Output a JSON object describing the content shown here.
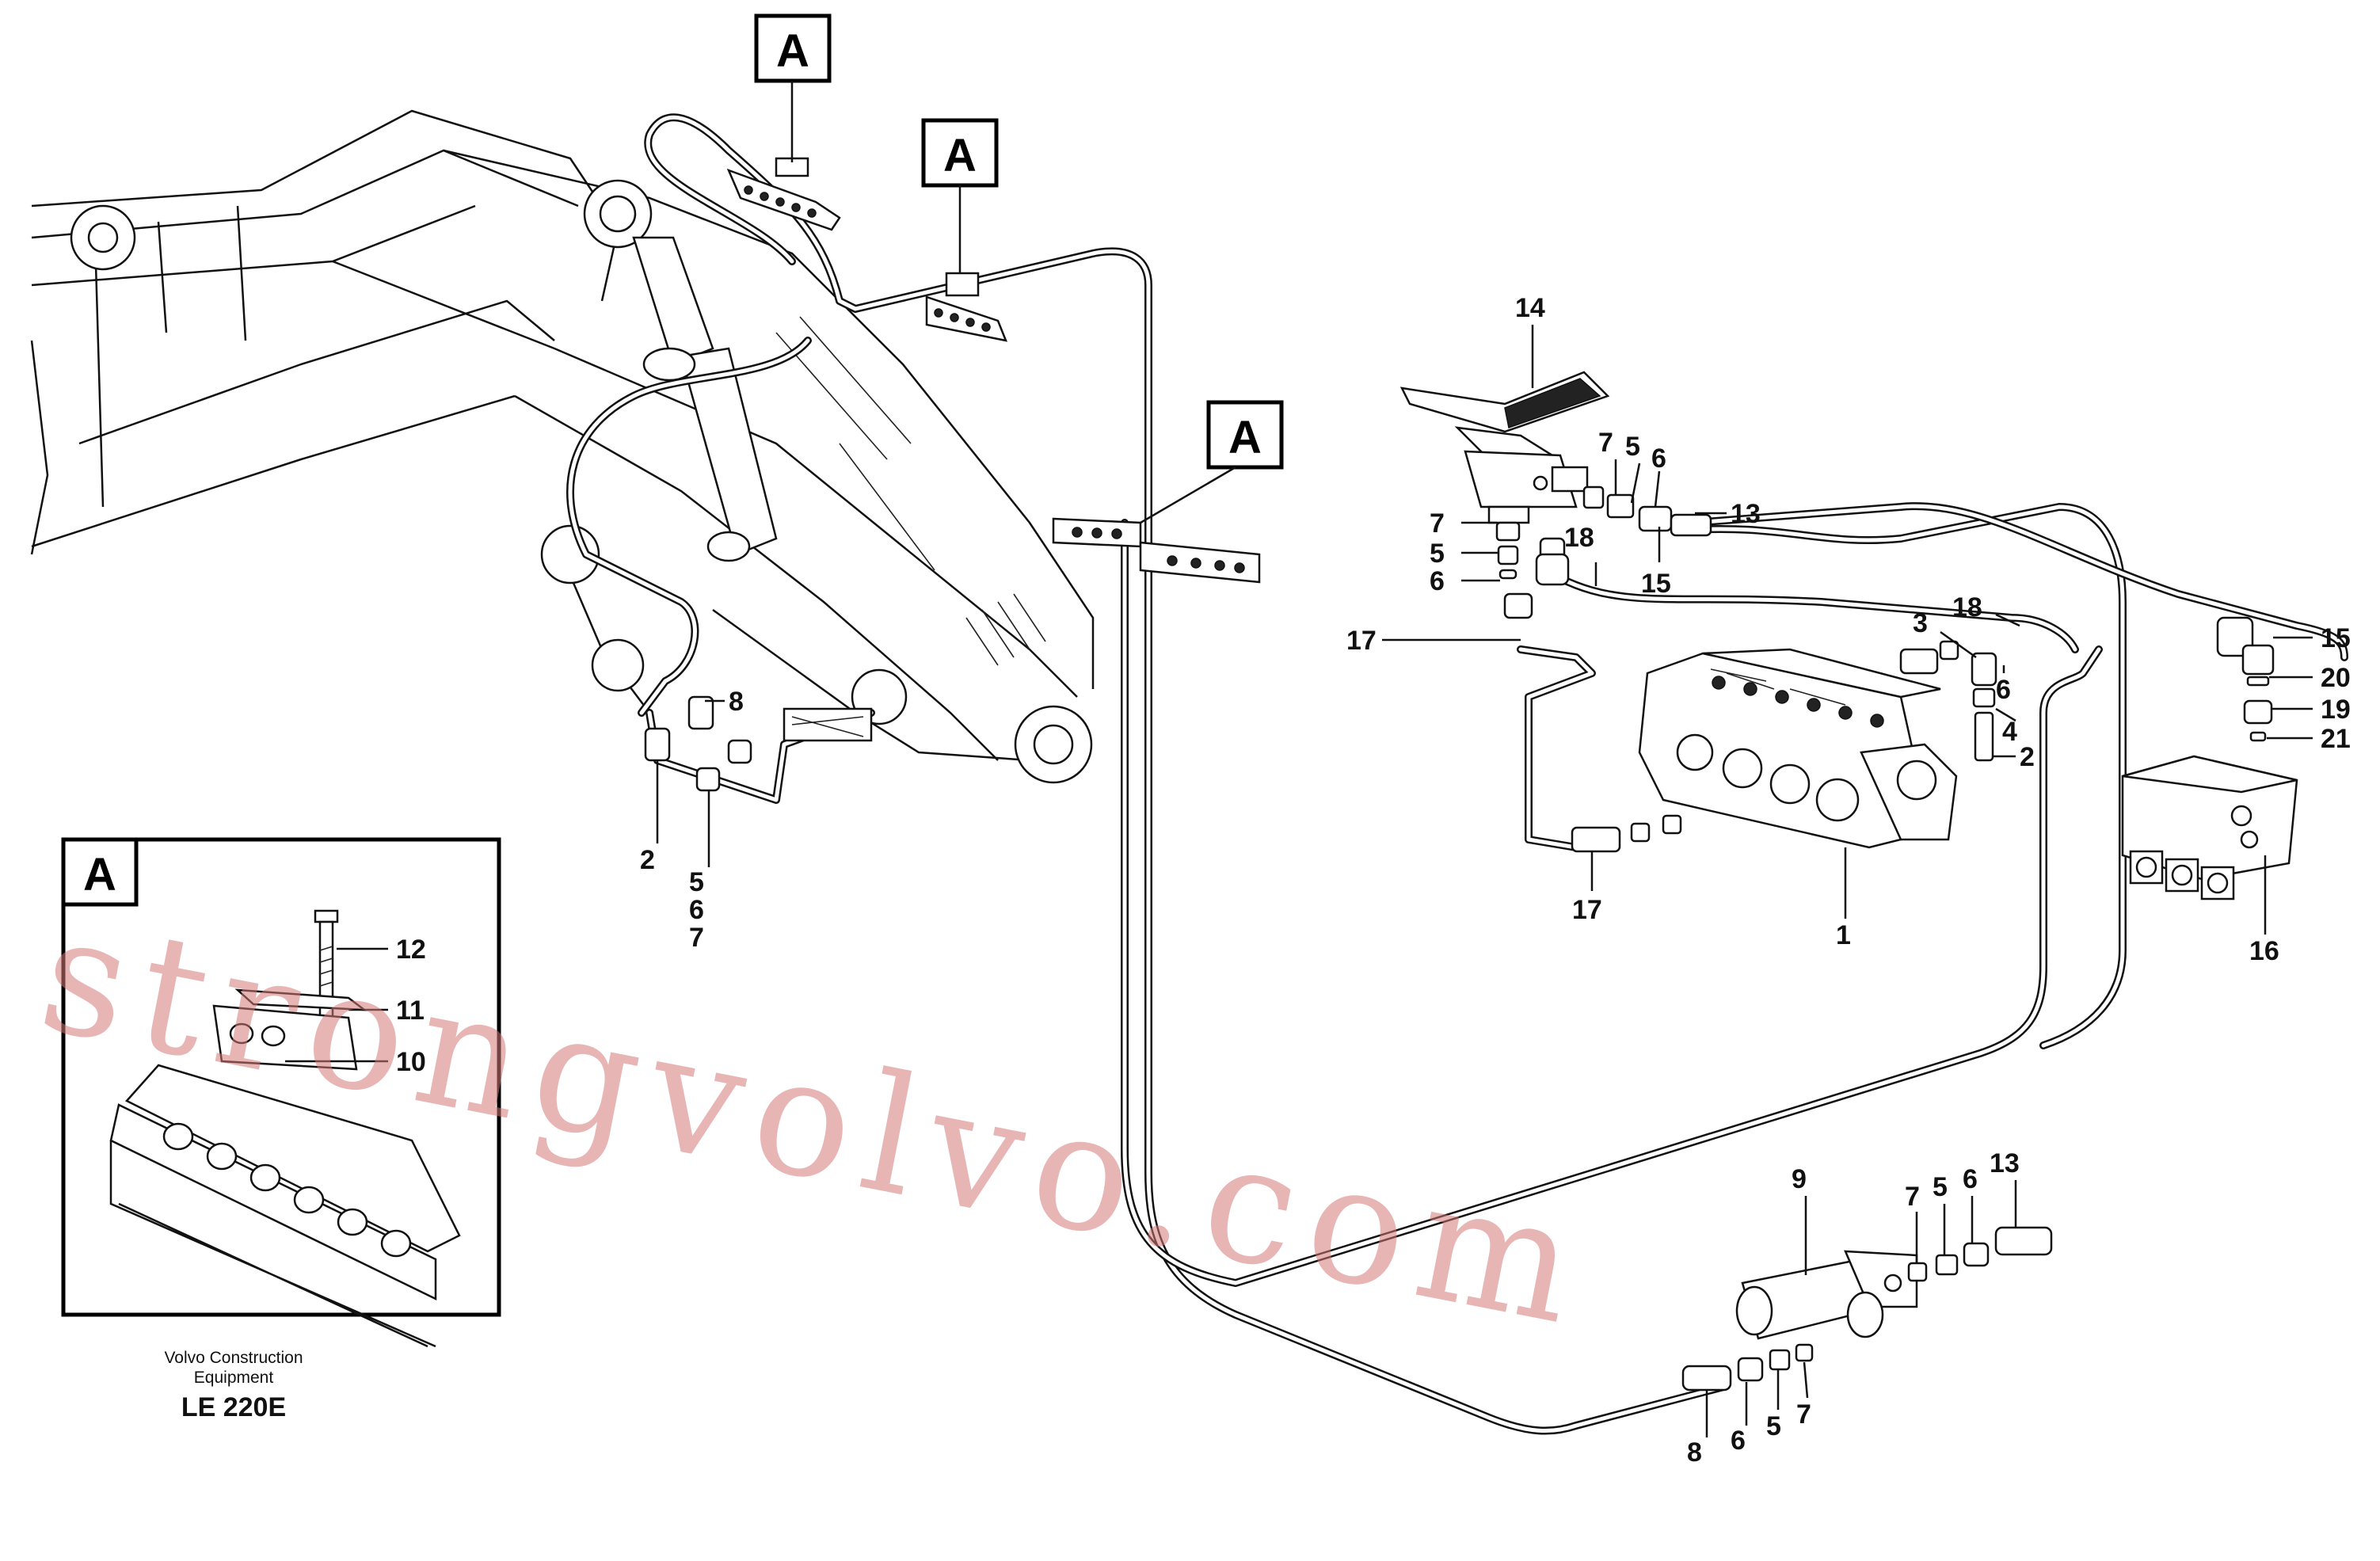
{
  "callouts": {
    "a1": "A",
    "a2": "A",
    "a3": "A",
    "inset": "A"
  },
  "labels": {
    "inset_12": "12",
    "inset_11": "11",
    "inset_10": "10",
    "boom_8": "8",
    "boom_2": "2",
    "boom_5": "5",
    "boom_6": "6",
    "boom_7": "7",
    "p14": "14",
    "p7a": "7",
    "p5a": "5",
    "p6a": "6",
    "p13a": "13",
    "p7b": "7",
    "p5b": "5",
    "p6b": "6",
    "p18a": "18",
    "p15a": "15",
    "p17a": "17",
    "p3": "3",
    "p18b": "18",
    "p6c": "6",
    "p4": "4",
    "p2b": "2",
    "p17b": "17",
    "p1": "1",
    "p15b": "15",
    "p20": "20",
    "p19": "19",
    "p21": "21",
    "p16": "16",
    "p9": "9",
    "p7c": "7",
    "p5c": "5",
    "p6d": "6",
    "p13b": "13",
    "p8b": "8",
    "p6e": "6",
    "p5d": "5",
    "p7d": "7"
  },
  "footer": {
    "line1": "Volvo Construction",
    "line2": "Equipment",
    "model": "LE 220E"
  },
  "watermark": "strongvolvo.com",
  "colors": {
    "ink": "#111111",
    "watermark": "#d67878"
  }
}
